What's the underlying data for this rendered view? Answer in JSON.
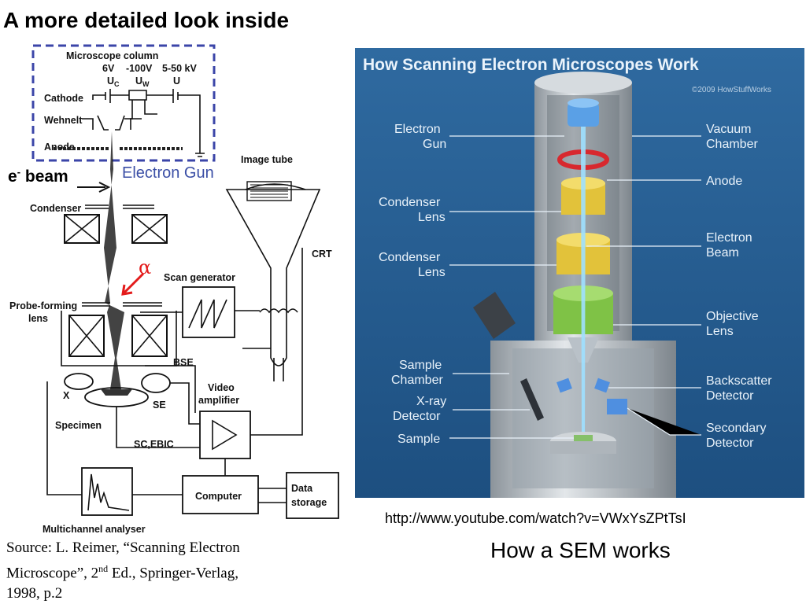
{
  "slide": {
    "title": "A more detailed look inside",
    "ebeam_label": "e",
    "ebeam_sup": "-",
    "ebeam_suffix": " beam",
    "electron_gun_label": "Electron Gun",
    "alpha_symbol": "α",
    "source_line_1": "Source: L. Reimer, “Scanning Electron",
    "source_line_2_pre": "Microscope”, 2",
    "source_line_2_sup": "nd",
    "source_line_2_post": " Ed., Springer-Verlag,",
    "source_line_3": "1998, p.2",
    "url": "http://www.youtube.com/watch?v=VWxYsZPtTsI",
    "caption": "How a SEM works"
  },
  "schematic": {
    "microscope_column": "Microscope column",
    "v1": "6V",
    "v2": "-100V",
    "v3": "5-50 kV",
    "uc": "U",
    "uc_sub": "C",
    "uw": "U",
    "uw_sub": "W",
    "u": "U",
    "cathode": "Cathode",
    "wehnelt": "Wehnelt",
    "anode": "Anode",
    "image_tube": "Image tube",
    "condenser": "Condenser",
    "crt": "CRT",
    "scan_generator": "Scan generator",
    "probe_forming_1": "Probe-forming",
    "probe_forming_2": "lens",
    "bse": "BSE",
    "video_1": "Video",
    "video_2": "amplifier",
    "x": "X",
    "se": "SE",
    "specimen": "Specimen",
    "sc_ebic": "SC,EBIC",
    "computer": "Computer",
    "data_1": "Data",
    "data_2": "storage",
    "multichannel": "Multichannel analyser"
  },
  "photo": {
    "title": "How Scanning Electron Microscopes Work",
    "copyright": "©2009 HowStuffWorks",
    "left_labels": {
      "electron_gun_1": "Electron",
      "electron_gun_2": "Gun",
      "condenser1_1": "Condenser",
      "condenser1_2": "Lens",
      "condenser2_1": "Condenser",
      "condenser2_2": "Lens",
      "sample_chamber_1": "Sample",
      "sample_chamber_2": "Chamber",
      "xray_1": "X-ray",
      "xray_2": "Detector",
      "sample": "Sample"
    },
    "right_labels": {
      "vacuum_1": "Vacuum",
      "vacuum_2": "Chamber",
      "anode": "Anode",
      "beam_1": "Electron",
      "beam_2": "Beam",
      "objective_1": "Objective",
      "objective_2": "Lens",
      "backscatter_1": "Backscatter",
      "backscatter_2": "Detector",
      "secondary_1": "Secondary",
      "secondary_2": "Detector"
    },
    "colors": {
      "background": "#235c91",
      "column": "#c8cdd2",
      "gun": "#5aa0e6",
      "condenser": "#e2c23a",
      "objective": "#7fc246",
      "anode_ring": "#d8282e",
      "beam": "#9fe0ff"
    }
  }
}
